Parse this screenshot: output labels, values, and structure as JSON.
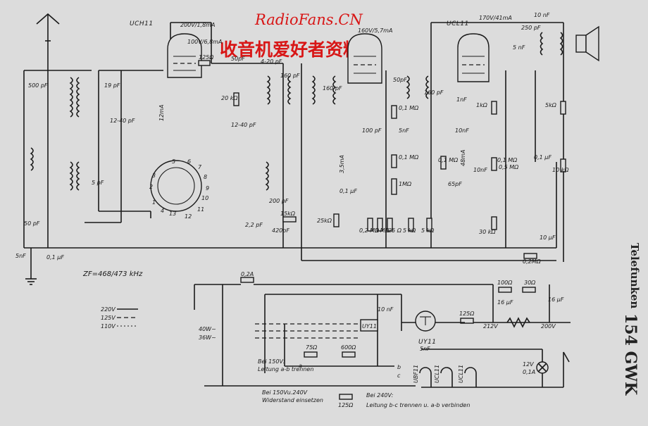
{
  "watermark": {
    "site": "RadioFans.CN",
    "chinese": "收音机爱好者资料库"
  },
  "brand": "Telefunken",
  "model": "154 GWK",
  "tubes": [
    "UCH11",
    "UBF11",
    "UCL11",
    "UY11"
  ],
  "if_frequency": "ZF=468/473 kHz",
  "voltage_legend": [
    "220V",
    "125V",
    "110V"
  ],
  "mains_labels": [
    "40W~",
    "36W~"
  ],
  "operating_values": [
    "200V/1,8mA",
    "100V/6,8mA",
    "12mA",
    "3,5mA",
    "48mA",
    "170V/41mA",
    "160V/5,7mA",
    "212V",
    "200V"
  ],
  "capacitors": [
    "500 pF",
    "19 pF",
    "12-40 pF",
    "5 pF",
    "50 pF",
    "5nF",
    "0,1 µF",
    "50pF",
    "4-20 pF",
    "12-40 pF",
    "160 pF",
    "160 pF",
    "50pF",
    "160 pF",
    "100 pF",
    "5nF",
    "0,1 µF",
    "1nF",
    "10nF",
    "10nF",
    "65pF",
    "250 pF",
    "5 nF",
    "0,1 µF",
    "2,2 pF",
    "420pF",
    "200 pF",
    "10 µF",
    "16 µF",
    "16 µF",
    "10 nF",
    "5nF",
    "10 nF"
  ],
  "resistors": [
    "125Ω",
    "20 kΩ",
    "15kΩ",
    "25kΩ",
    "0,1 MΩ",
    "0,1 MΩ",
    "0,1 MΩ",
    "1MΩ",
    "0,2 MΩ",
    "3 MΩ",
    "125 Ω",
    "5 kΩ",
    "5 kΩ",
    "1kΩ",
    "0,1 MΩ",
    "0,5 MΩ",
    "30 kΩ",
    "5kΩ",
    "10 kΩ",
    "0,2MΩ",
    "100Ω",
    "30Ω",
    "0,2A",
    "125Ω",
    "75Ω",
    "600Ω",
    "125Ω"
  ],
  "notes": {
    "bei150_title": "Bei 150V:",
    "bei150_text": "Leitung a-b trennen",
    "bei150_240_title": "Bei 150Vu.240V",
    "bei150_240_text": "Widerstand einsetzen",
    "bei240_title": "Bei 240V:",
    "bei240_text": "Leitung b-c trennen u. a-b verbinden"
  },
  "terminals": [
    "a",
    "b",
    "c"
  ],
  "pilot_lamp": {
    "voltage": "12V",
    "current": "0,1A"
  },
  "switch_numbers": [
    "1",
    "2",
    "3",
    "4",
    "5",
    "6",
    "7",
    "8",
    "9",
    "10",
    "11",
    "12",
    "13"
  ]
}
